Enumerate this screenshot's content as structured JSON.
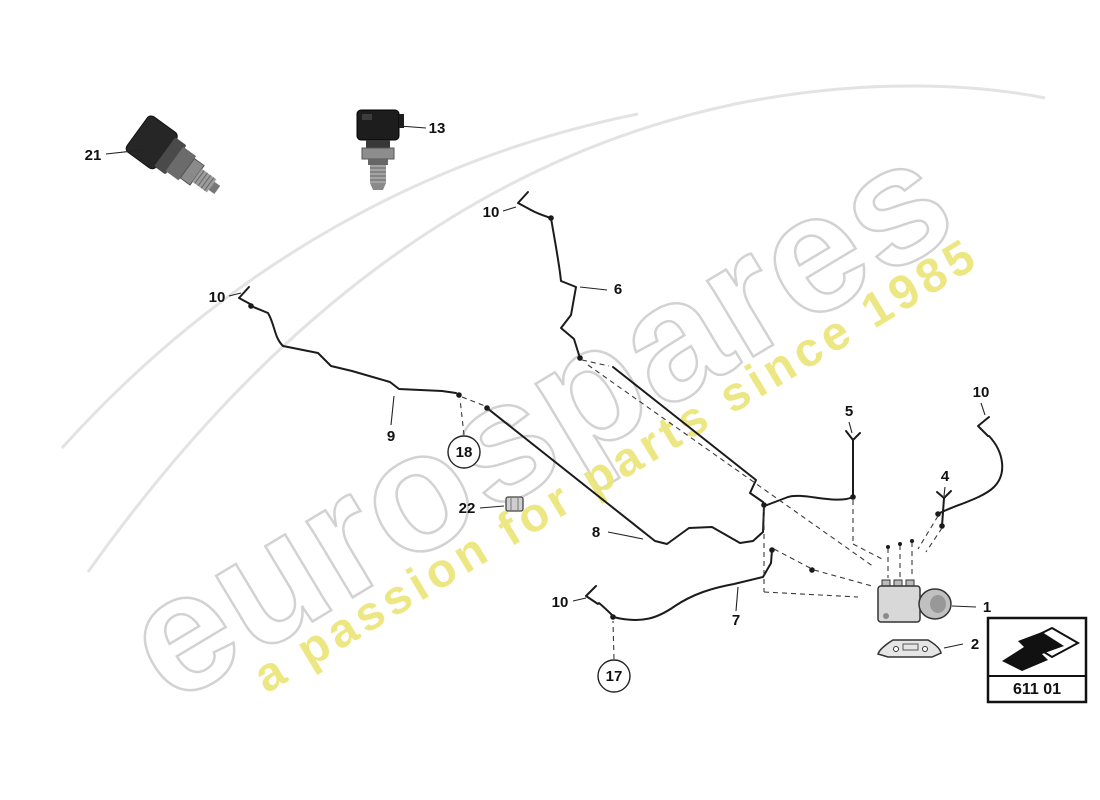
{
  "watermark": {
    "brand": "eurospares",
    "tagline": "a passion for parts since 1985"
  },
  "callouts": {
    "c21": "21",
    "c13": "13",
    "c10a": "10",
    "c10b": "10",
    "c10c": "10",
    "c10d": "10",
    "c6": "6",
    "c9": "9",
    "c18": "18",
    "c22": "22",
    "c8": "8",
    "c5": "5",
    "c4": "4",
    "c7": "7",
    "c17": "17",
    "c1": "1",
    "c2": "2"
  },
  "legend": {
    "code": "611 01"
  }
}
